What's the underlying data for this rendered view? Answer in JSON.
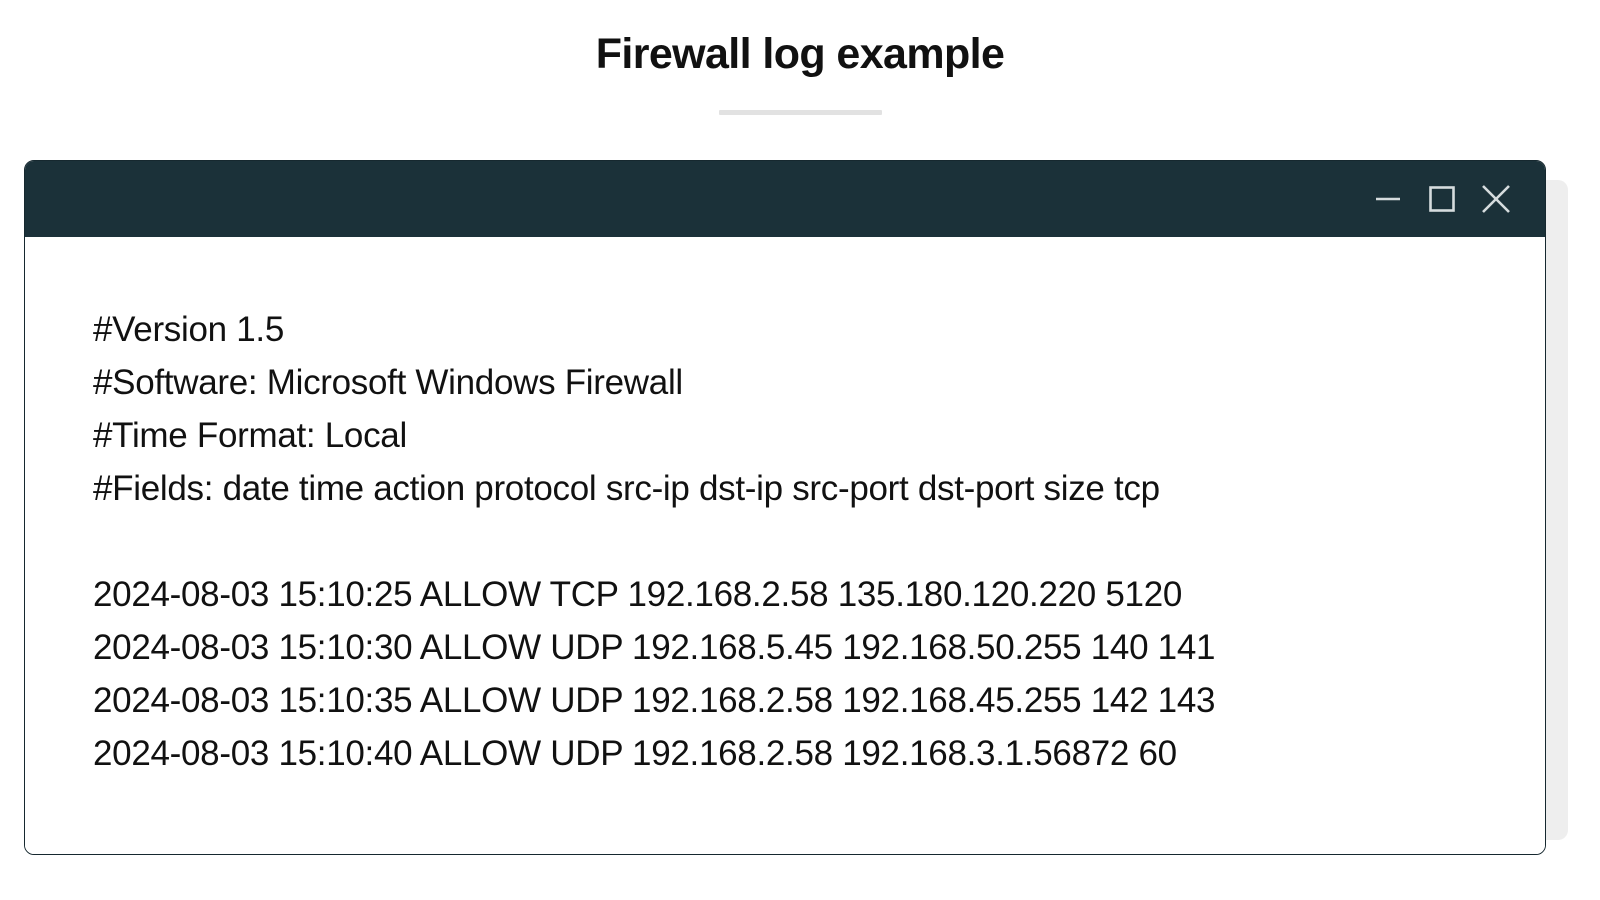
{
  "page": {
    "title": "Firewall log example",
    "background_color": "#ffffff",
    "divider_color": "#e2e2e2"
  },
  "window": {
    "titlebar_color": "#1b3139",
    "border_color": "#16282f",
    "shadow_color": "#eeeeee",
    "controls": [
      {
        "name": "minimize",
        "label": "Minimize",
        "glyph": "minimize-icon"
      },
      {
        "name": "maximize",
        "label": "Maximize",
        "glyph": "maximize-icon"
      },
      {
        "name": "close",
        "label": "Close",
        "glyph": "close-icon"
      }
    ]
  },
  "log": {
    "header_lines": [
      "#Version 1.5",
      "#Software: Microsoft Windows Firewall",
      "#Time Format: Local",
      "#Fields: date time action protocol src-ip dst-ip src-port dst-port size tcp"
    ],
    "entries": [
      "2024-08-03 15:10:25 ALLOW TCP 192.168.2.58 135.180.120.220 5120",
      "2024-08-03 15:10:30 ALLOW UDP 192.168.5.45 192.168.50.255 140 141",
      "2024-08-03 15:10:35 ALLOW UDP 192.168.2.58 192.168.45.255 142 143",
      "2024-08-03 15:10:40 ALLOW UDP 192.168.2.58 192.168.3.1.56872 60"
    ]
  }
}
